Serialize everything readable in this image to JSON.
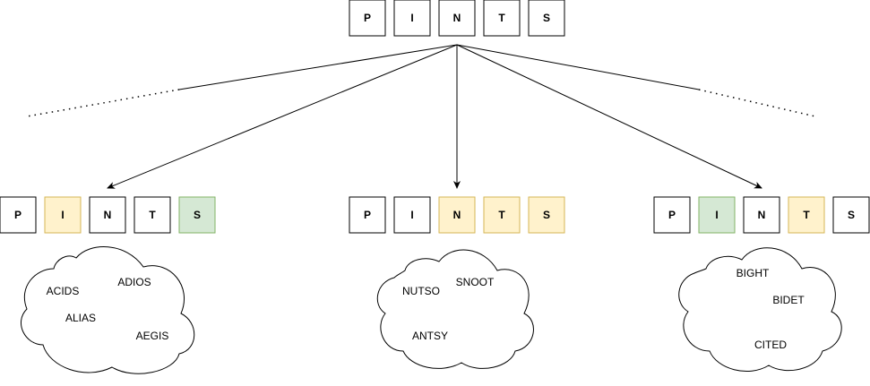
{
  "guess": {
    "letters": [
      "P",
      "I",
      "N",
      "T",
      "S"
    ]
  },
  "colors": {
    "gray": "#ffffff",
    "yellow": "#fff2cc",
    "yellow_border": "#d6b656",
    "green": "#d5e8d4",
    "green_border": "#82b366",
    "default_border": "#000000"
  },
  "branches": [
    {
      "letters": [
        "P",
        "I",
        "N",
        "T",
        "S"
      ],
      "states": [
        "gray",
        "yellow",
        "gray",
        "gray",
        "green"
      ],
      "words": [
        "ACIDS",
        "ADIOS",
        "ALIAS",
        "AEGIS"
      ]
    },
    {
      "letters": [
        "P",
        "I",
        "N",
        "T",
        "S"
      ],
      "states": [
        "gray",
        "gray",
        "yellow",
        "yellow",
        "yellow"
      ],
      "words": [
        "NUTSO",
        "SNOOT",
        "ANTSY"
      ]
    },
    {
      "letters": [
        "P",
        "I",
        "N",
        "T",
        "S"
      ],
      "states": [
        "gray",
        "green",
        "gray",
        "yellow",
        "gray"
      ],
      "words": [
        "BIGHT",
        "BIDET",
        "CITED"
      ]
    }
  ]
}
